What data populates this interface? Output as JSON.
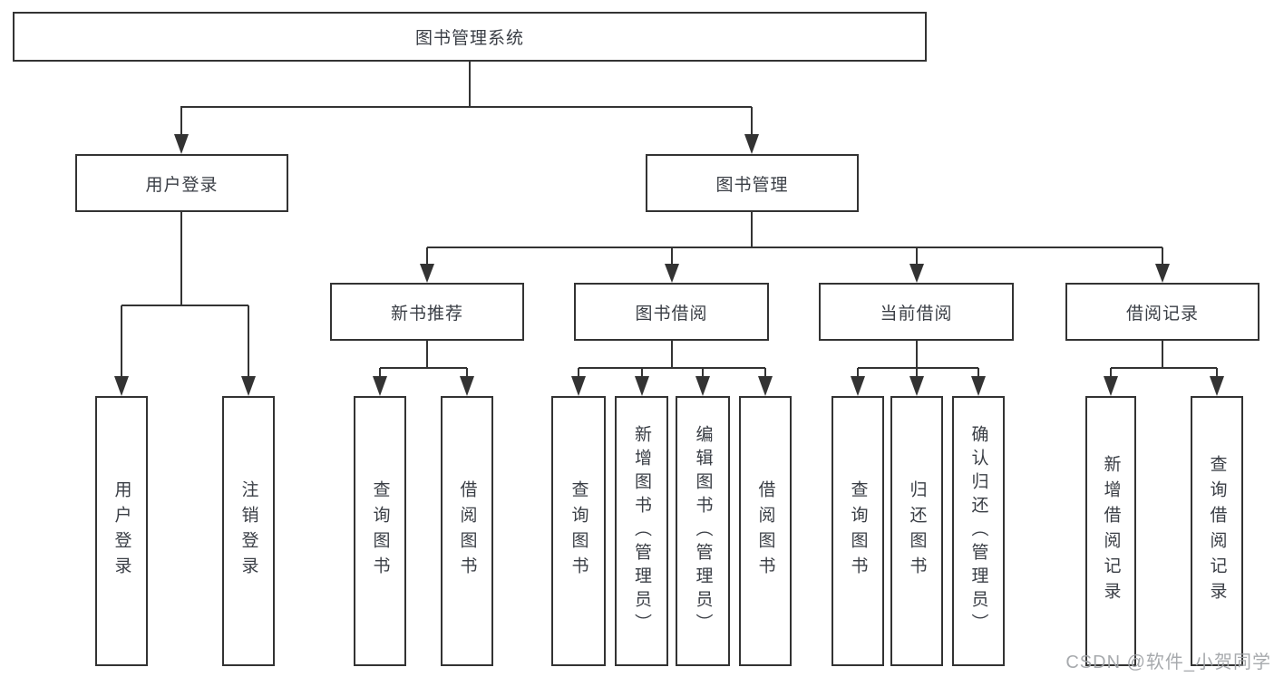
{
  "diagram": {
    "root": {
      "label": "图书管理系统"
    },
    "level2": [
      {
        "label": "用户登录"
      },
      {
        "label": "图书管理"
      }
    ],
    "level3": [
      {
        "label": "新书推荐"
      },
      {
        "label": "图书借阅"
      },
      {
        "label": "当前借阅"
      },
      {
        "label": "借阅记录"
      }
    ],
    "leaves": {
      "user_login": [
        "用户登录",
        "注销登录"
      ],
      "new_book": [
        "查询图书",
        "借阅图书"
      ],
      "book_borrow": [
        "查询图书",
        "新增图书（管理员）",
        "编辑图书（管理员）",
        "借阅图书"
      ],
      "current_borrow": [
        "查询图书",
        "归还图书",
        "确认归还（管理员）"
      ],
      "records": [
        "新增借阅记录",
        "查询借阅记录"
      ]
    },
    "colors": {
      "line": "#333333",
      "box_border": "#333333",
      "text": "#3a3e45",
      "background": "#ffffff",
      "watermark": "#a0a3a7"
    }
  },
  "watermark": {
    "text": "CSDN @软件_小贺同学"
  }
}
